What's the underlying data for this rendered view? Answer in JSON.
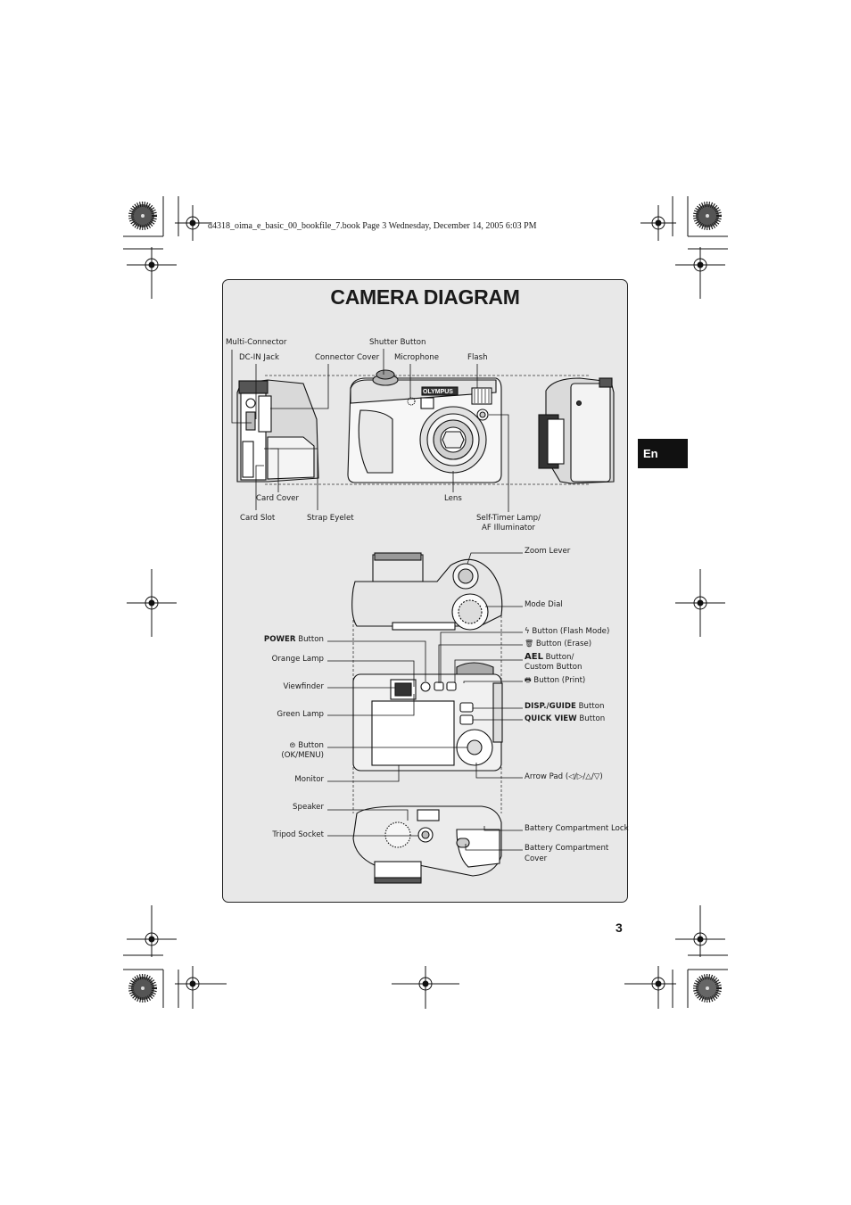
{
  "header": "d4318_oima_e_basic_00_bookfile_7.book  Page 3  Wednesday, December 14, 2005  6:03 PM",
  "title": "CAMERA DIAGRAM",
  "language_tab": "En",
  "page_number": "3",
  "labels": {
    "multi_connector": "Multi-Connector",
    "dc_in_jack": "DC-IN Jack",
    "connector_cover": "Connector Cover",
    "shutter_button": "Shutter Button",
    "microphone": "Microphone",
    "flash": "Flash",
    "card_cover": "Card Cover",
    "card_slot": "Card Slot",
    "strap_eyelet": "Strap Eyelet",
    "lens": "Lens",
    "self_timer_1": "Self-Timer Lamp/",
    "self_timer_2": "AF Illuminator",
    "zoom_lever": "Zoom Lever",
    "mode_dial": "Mode Dial",
    "flash_button_icon": "ϟ",
    "flash_button": " Button (Flash Mode)",
    "erase_icon": "🗑",
    "erase_button": " Button (Erase)",
    "ael_bold": "AEL",
    "ael_button": " Button/",
    "custom_button": "Custom Button",
    "print_icon": "🖶",
    "print_button": " Button (Print)",
    "disp_bold": "DISP./GUIDE",
    "disp_rest": " Button",
    "quick_bold": "QUICK VIEW",
    "quick_rest": " Button",
    "arrow_pad": "Arrow Pad (◁/▷/△/▽)",
    "battery_lock": "Battery Compartment Lock",
    "battery_cover_1": "Battery Compartment",
    "battery_cover_2": "Cover",
    "power_bold": "POWER",
    "power_rest": " Button",
    "orange_lamp": "Orange Lamp",
    "viewfinder": "Viewfinder",
    "green_lamp": "Green Lamp",
    "ok_icon": "⊜",
    "ok_button": " Button",
    "ok_menu": "(OK/MENU)",
    "monitor": "Monitor",
    "speaker": "Speaker",
    "tripod_socket": "Tripod Socket",
    "brand": "OLYMPUS"
  }
}
